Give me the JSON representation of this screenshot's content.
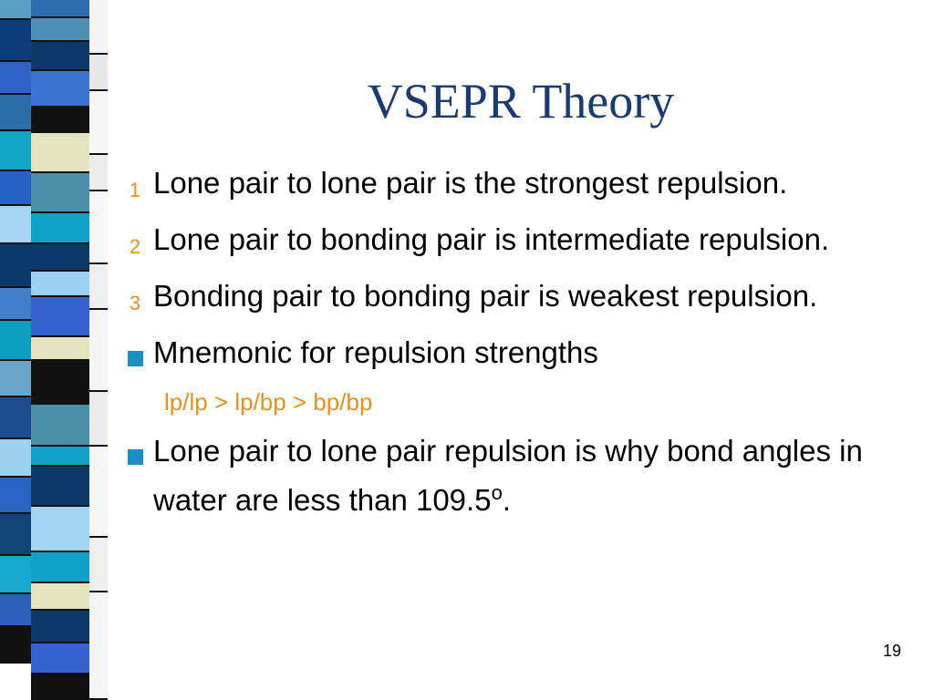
{
  "slide": {
    "title": "VSEPR Theory",
    "page_number": "19"
  },
  "bullets": [
    {
      "marker": "1",
      "text": "Lone pair to lone pair is the strongest repulsion."
    },
    {
      "marker": "2",
      "text": "Lone pair to bonding pair is intermediate repulsion."
    },
    {
      "marker": "3",
      "text": "Bonding pair to bonding pair is weakest repulsion."
    },
    {
      "marker": "square",
      "text": "Mnemonic for repulsion strengths"
    },
    {
      "marker": "square",
      "text": "Lone pair to lone pair repulsion is why bond angles in water are less than 109.5",
      "superscript": "o",
      "suffix": "."
    }
  ],
  "sub_bullet": {
    "text": "lp/lp > lp/bp > bp/bp"
  },
  "colors": {
    "title": "#1a3a73",
    "number_marker": "#e8901a",
    "square_marker": "#1e8fc6",
    "sub_text": "#e8901a"
  }
}
